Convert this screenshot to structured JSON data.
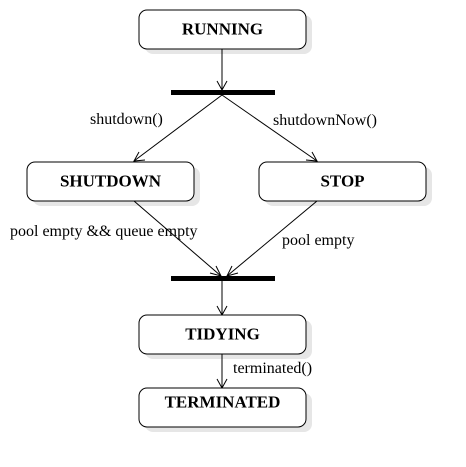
{
  "states": {
    "running": "RUNNING",
    "shutdown": "SHUTDOWN",
    "stop": "STOP",
    "tidying": "TIDYING",
    "terminated": "TERMINATED"
  },
  "transitions": {
    "shutdown_call": "shutdown()",
    "shutdown_now_call": "shutdownNow()",
    "pool_and_queue_empty": "pool empty && queue empty",
    "pool_empty": "pool empty",
    "terminated_call": "terminated()"
  }
}
